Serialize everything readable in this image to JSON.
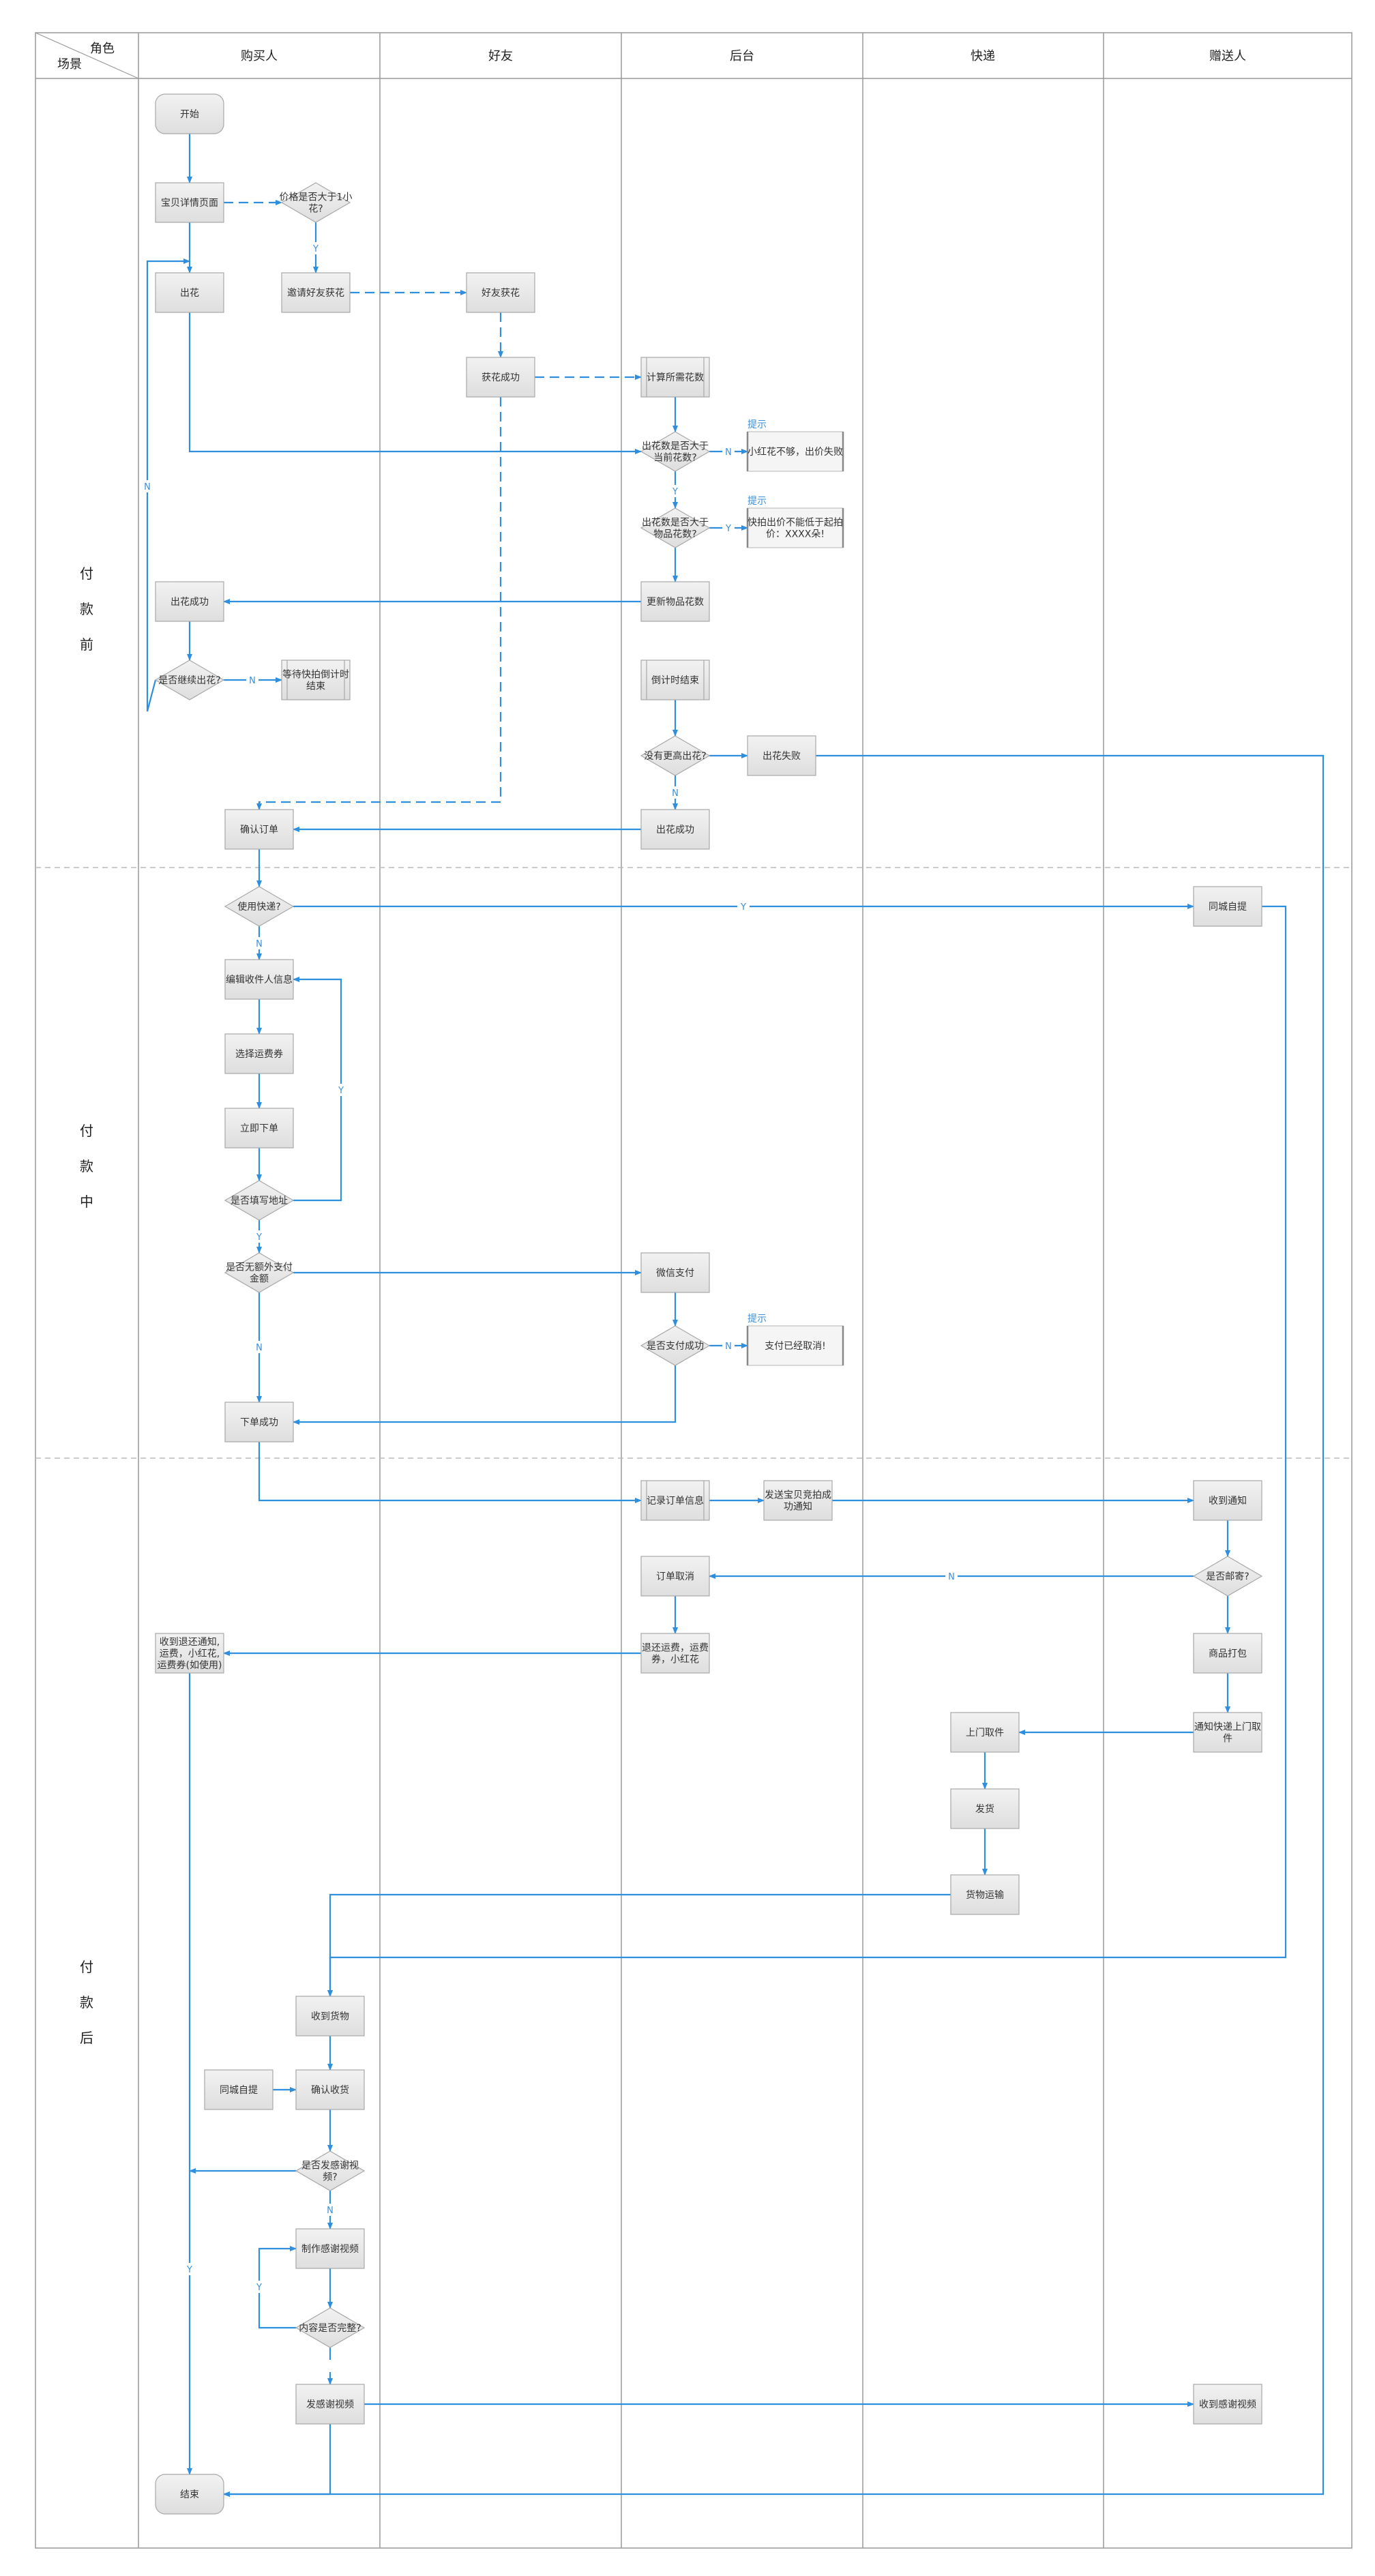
{
  "header": {
    "corner_role": "角色",
    "corner_scene": "场景",
    "lanes": [
      "购买人",
      "好友",
      "后台",
      "快递",
      "赠送人"
    ]
  },
  "phases": [
    {
      "id": "pre",
      "label": [
        "付",
        "款",
        "前"
      ]
    },
    {
      "id": "mid",
      "label": [
        "付",
        "款",
        "中"
      ]
    },
    {
      "id": "post",
      "label": [
        "付",
        "款",
        "后"
      ]
    }
  ],
  "nodes": [
    {
      "id": "start",
      "type": "terminal",
      "lines": [
        "开始"
      ]
    },
    {
      "id": "detail",
      "type": "process",
      "lines": [
        "宝贝详情页面"
      ]
    },
    {
      "id": "price",
      "type": "decision",
      "lines": [
        "价格是否大于1小",
        "花?"
      ]
    },
    {
      "id": "bid",
      "type": "process",
      "lines": [
        "出花"
      ]
    },
    {
      "id": "invite",
      "type": "process",
      "lines": [
        "邀请好友获花"
      ]
    },
    {
      "id": "fgive",
      "type": "process",
      "lines": [
        "好友获花"
      ]
    },
    {
      "id": "fsuccess",
      "type": "process",
      "lines": [
        "获花成功"
      ]
    },
    {
      "id": "calc",
      "type": "subprocess",
      "lines": [
        "计算所需花数"
      ]
    },
    {
      "id": "chk1",
      "type": "decision",
      "lines": [
        "出花数是否大于",
        "当前花数?"
      ]
    },
    {
      "id": "note1",
      "type": "note",
      "title": "提示",
      "lines": [
        "小红花不够，出价失败"
      ]
    },
    {
      "id": "chk2",
      "type": "decision",
      "lines": [
        "出花数是否大于",
        "物品花数?"
      ]
    },
    {
      "id": "note2",
      "type": "note",
      "title": "提示",
      "lines": [
        "快拍出价不能低于起拍",
        "价：XXXX朵!"
      ]
    },
    {
      "id": "update",
      "type": "process",
      "lines": [
        "更新物品花数"
      ]
    },
    {
      "id": "bidok",
      "type": "process",
      "lines": [
        "出花成功"
      ]
    },
    {
      "id": "again",
      "type": "decision",
      "lines": [
        "是否继续出花?"
      ]
    },
    {
      "id": "wait",
      "type": "subprocess",
      "lines": [
        "等待快拍倒计时",
        "结束"
      ]
    },
    {
      "id": "countdown",
      "type": "subprocess",
      "lines": [
        "倒计时结束"
      ]
    },
    {
      "id": "higher",
      "type": "decision",
      "lines": [
        "没有更高出花?"
      ]
    },
    {
      "id": "fail",
      "type": "process",
      "lines": [
        "出花失败"
      ]
    },
    {
      "id": "win",
      "type": "process",
      "lines": [
        "出花成功"
      ]
    },
    {
      "id": "confirm",
      "type": "process",
      "lines": [
        "确认订单"
      ]
    },
    {
      "id": "express",
      "type": "decision",
      "lines": [
        "使用快递?"
      ]
    },
    {
      "id": "selfpick",
      "type": "process",
      "lines": [
        "同城自提"
      ]
    },
    {
      "id": "edit",
      "type": "process",
      "lines": [
        "编辑收件人信息"
      ]
    },
    {
      "id": "coupon",
      "type": "process",
      "lines": [
        "选择运费券"
      ]
    },
    {
      "id": "order",
      "type": "process",
      "lines": [
        "立即下单"
      ]
    },
    {
      "id": "addr",
      "type": "decision",
      "lines": [
        "是否填写地址"
      ]
    },
    {
      "id": "extra",
      "type": "decision",
      "lines": [
        "是否无额外支付",
        "金额"
      ]
    },
    {
      "id": "wxpay",
      "type": "process",
      "lines": [
        "微信支付"
      ]
    },
    {
      "id": "payok",
      "type": "decision",
      "lines": [
        "是否支付成功"
      ]
    },
    {
      "id": "note3",
      "type": "note",
      "title": "提示",
      "lines": [
        "支付已经取消!"
      ]
    },
    {
      "id": "placed",
      "type": "process",
      "lines": [
        "下单成功"
      ]
    },
    {
      "id": "record",
      "type": "subprocess",
      "lines": [
        "记录订单信息"
      ]
    },
    {
      "id": "notify",
      "type": "process",
      "lines": [
        "发送宝贝竞拍成",
        "功通知"
      ]
    },
    {
      "id": "recv",
      "type": "process",
      "lines": [
        "收到通知"
      ]
    },
    {
      "id": "mail",
      "type": "decision",
      "lines": [
        "是否邮寄?"
      ]
    },
    {
      "id": "cancel",
      "type": "process",
      "lines": [
        "订单取消"
      ]
    },
    {
      "id": "refund",
      "type": "process",
      "lines": [
        "退还运费，运费",
        "券，小红花"
      ]
    },
    {
      "id": "refundrecv",
      "type": "process",
      "lines": [
        "收到退还通知,",
        "运费，小红花,",
        "运费券(如使用)"
      ]
    },
    {
      "id": "pack",
      "type": "process",
      "lines": [
        "商品打包"
      ]
    },
    {
      "id": "pickup_req",
      "type": "process",
      "lines": [
        "通知快递上门取",
        "件"
      ]
    },
    {
      "id": "pickup",
      "type": "process",
      "lines": [
        "上门取件"
      ]
    },
    {
      "id": "ship",
      "type": "process",
      "lines": [
        "发货"
      ]
    },
    {
      "id": "transport",
      "type": "process",
      "lines": [
        "货物运输"
      ]
    },
    {
      "id": "goods",
      "type": "process",
      "lines": [
        "收到货物"
      ]
    },
    {
      "id": "selfpick2",
      "type": "process",
      "lines": [
        "同城自提"
      ]
    },
    {
      "id": "receipt",
      "type": "process",
      "lines": [
        "确认收货"
      ]
    },
    {
      "id": "thanks",
      "type": "decision",
      "lines": [
        "是否发感谢视",
        "频?"
      ]
    },
    {
      "id": "make",
      "type": "process",
      "lines": [
        "制作感谢视频"
      ]
    },
    {
      "id": "complete",
      "type": "decision",
      "lines": [
        "内容是否完整?"
      ]
    },
    {
      "id": "sendvid",
      "type": "process",
      "lines": [
        "发感谢视频"
      ]
    },
    {
      "id": "recvvid",
      "type": "process",
      "lines": [
        "收到感谢视频"
      ]
    },
    {
      "id": "end",
      "type": "terminal",
      "lines": [
        "结束"
      ]
    }
  ],
  "edge_labels": [
    "Y",
    "N",
    "Y",
    "Y",
    "N",
    "N",
    "N",
    "Y",
    "N",
    "Y",
    "Y",
    "N",
    "N",
    "N",
    "Y",
    "N",
    "Y"
  ]
}
